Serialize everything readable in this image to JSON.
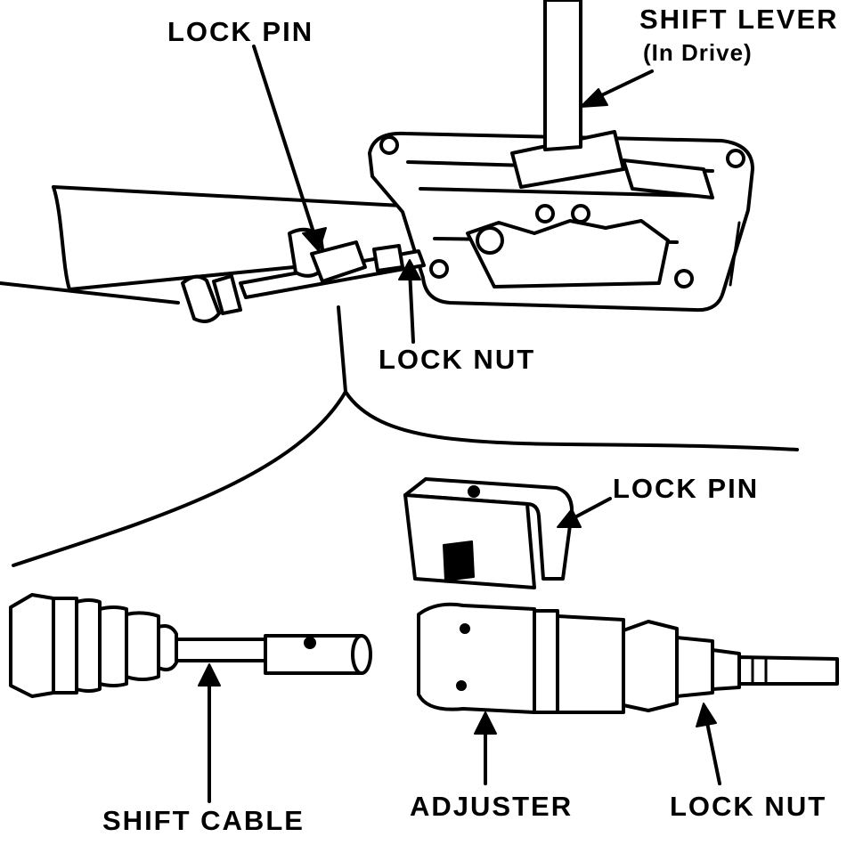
{
  "labels": {
    "lock_pin_top": "LOCK PIN",
    "shift_lever": "SHIFT LEVER",
    "shift_lever_sub": "(In Drive)",
    "lock_nut_top": "LOCK NUT",
    "lock_pin_detail": "LOCK PIN",
    "shift_cable": "SHIFT CABLE",
    "adjuster": "ADJUSTER",
    "lock_nut_detail": "LOCK NUT"
  }
}
